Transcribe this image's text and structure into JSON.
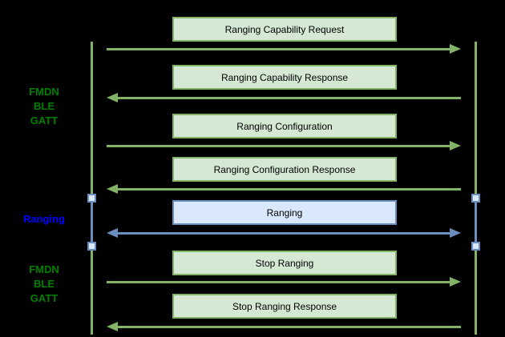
{
  "colors": {
    "background": "#000000",
    "green_box_fill": "#d5e8d4",
    "green_stroke": "#82b366",
    "blue_box_fill": "#dae8fc",
    "blue_stroke": "#6c8ebf",
    "phase_label_green": "#008000",
    "phase_label_blue": "#0000ff"
  },
  "phases": [
    {
      "label": "FMDN\nBLE\nGATT",
      "color": "green"
    },
    {
      "label": "Ranging",
      "color": "blue"
    },
    {
      "label": "FMDN\nBLE\nGATT",
      "color": "green"
    }
  ],
  "messages": [
    {
      "label": "Ranging Capability Request",
      "direction": "right",
      "style": "green"
    },
    {
      "label": "Ranging Capability Response",
      "direction": "left",
      "style": "green"
    },
    {
      "label": "Ranging Configuration",
      "direction": "right",
      "style": "green"
    },
    {
      "label": "Ranging Configuration Response",
      "direction": "left",
      "style": "green"
    },
    {
      "label": "Ranging",
      "direction": "both",
      "style": "blue"
    },
    {
      "label": "Stop Ranging",
      "direction": "right",
      "style": "green"
    },
    {
      "label": "Stop Ranging Response",
      "direction": "left",
      "style": "green"
    }
  ]
}
